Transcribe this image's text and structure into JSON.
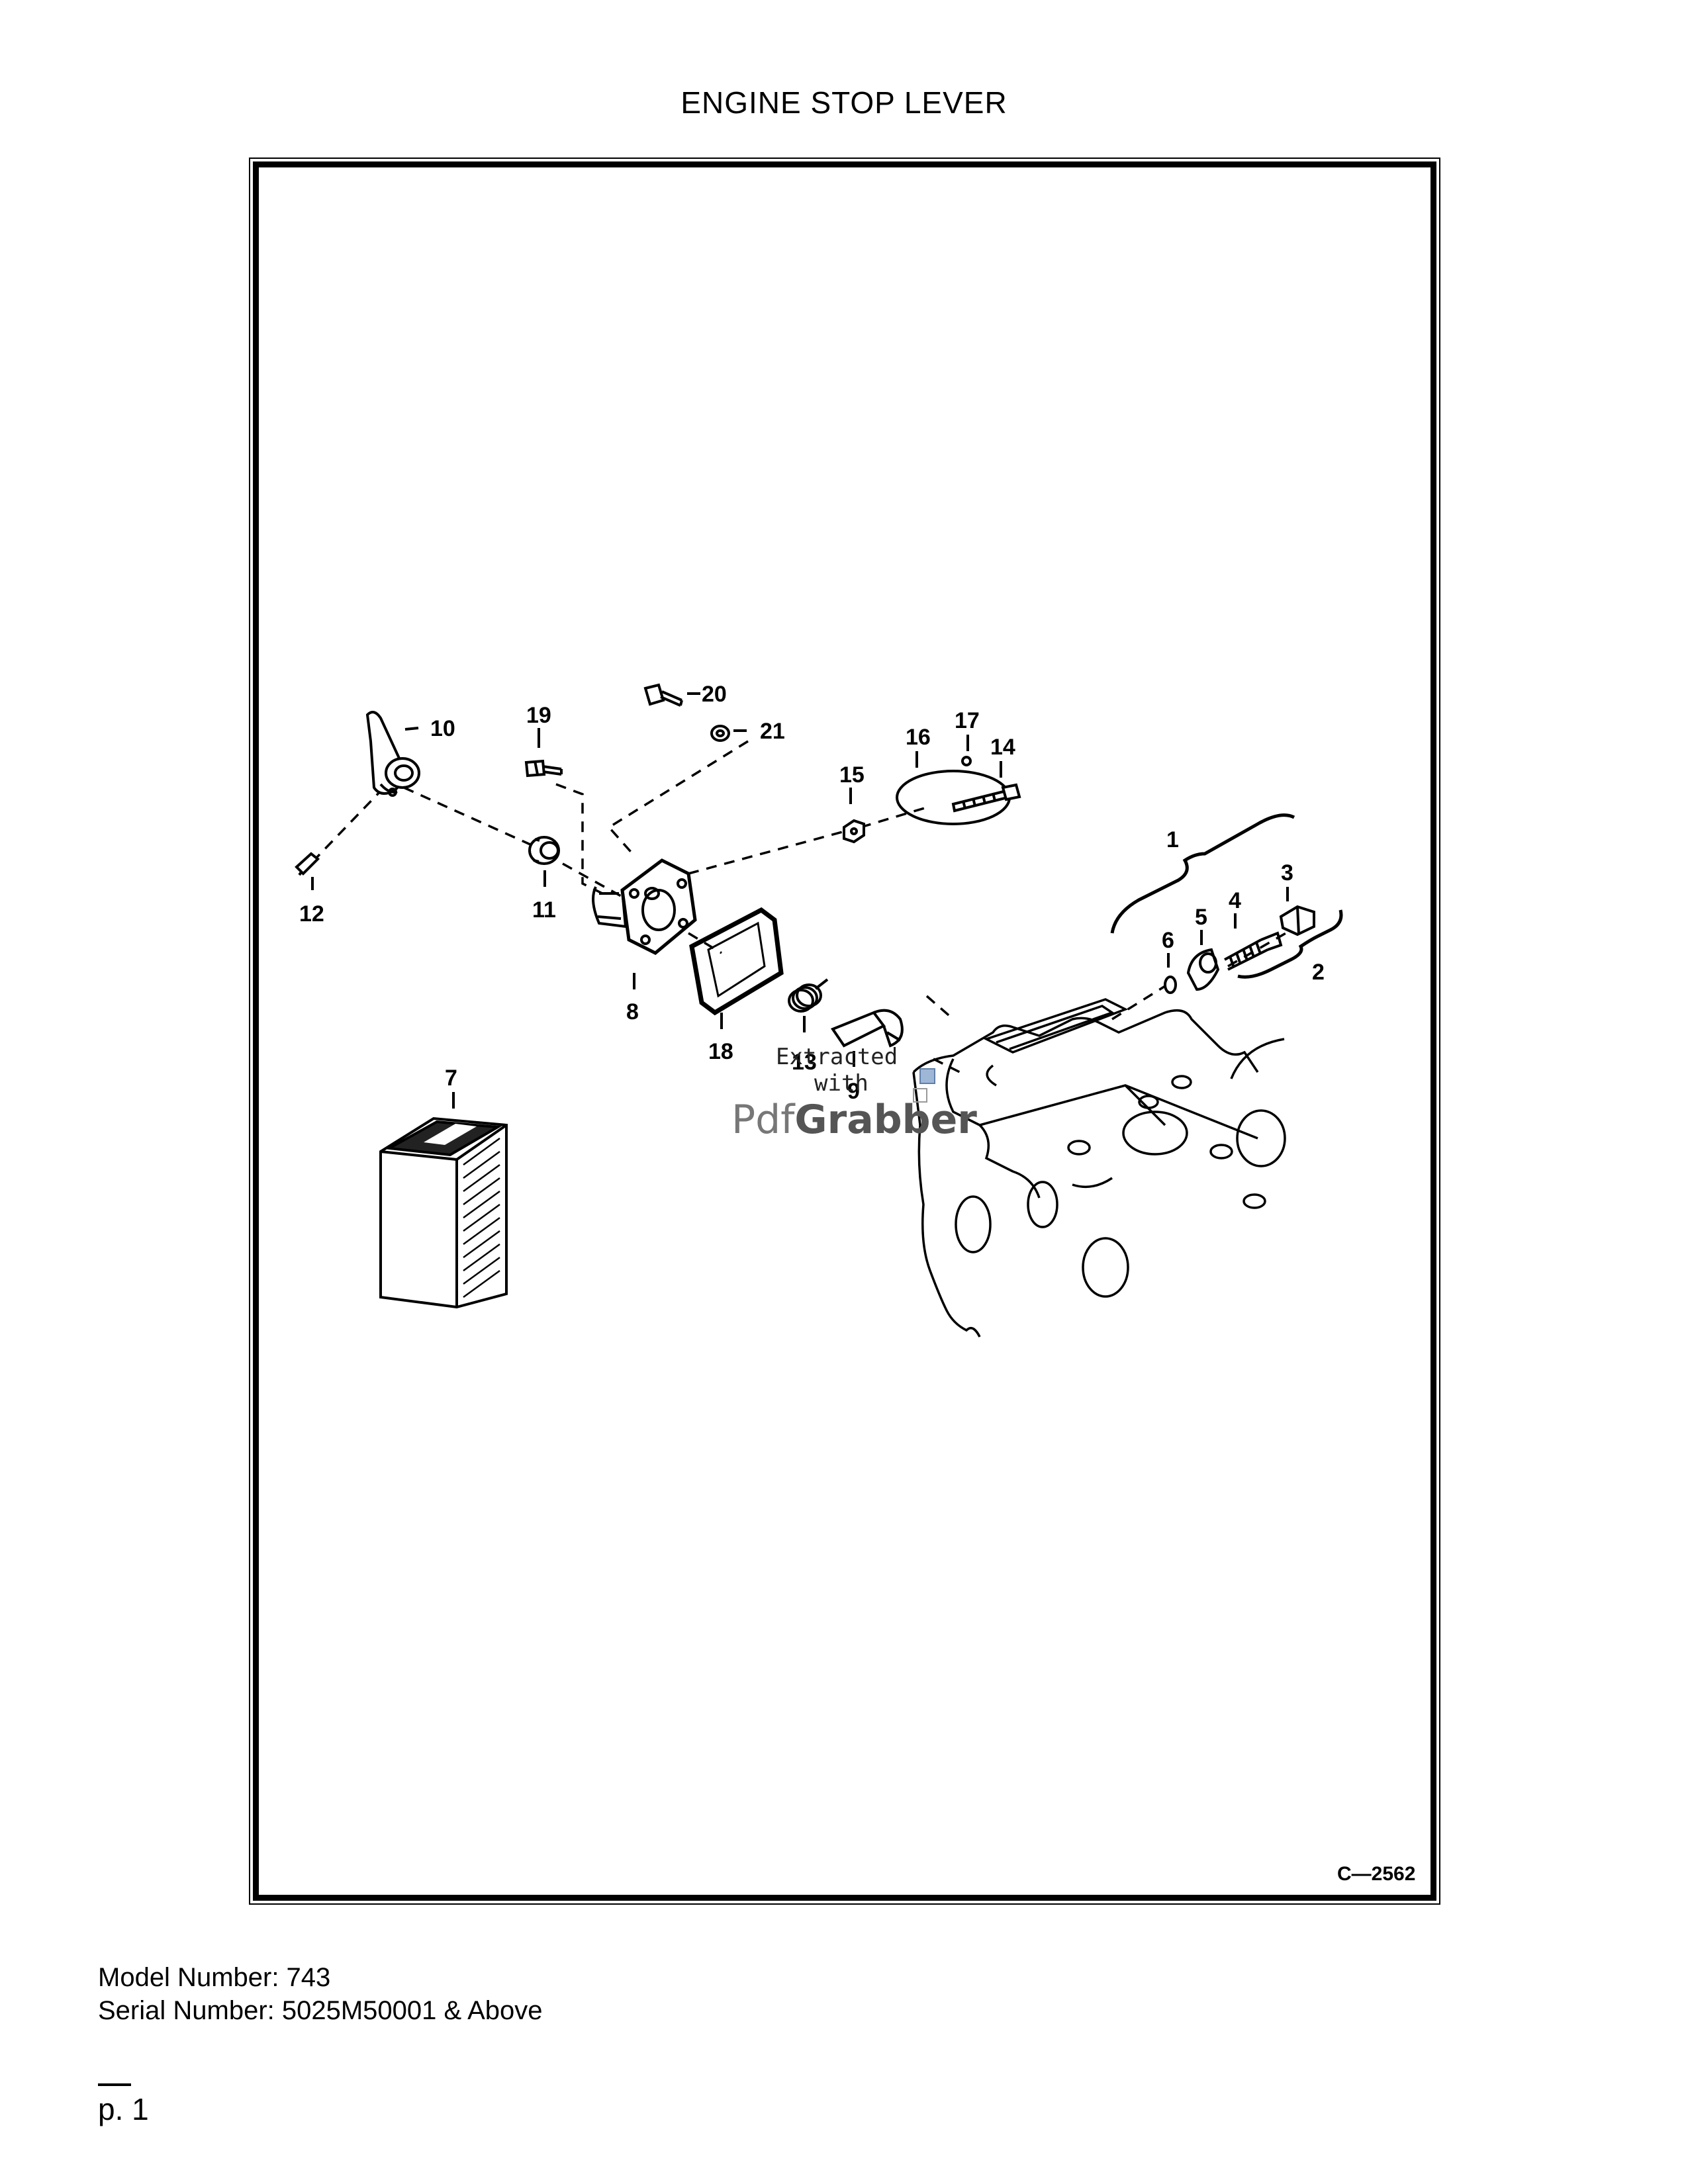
{
  "page": {
    "title": "ENGINE STOP LEVER",
    "drawing_code": "C—2562",
    "model_number": "Model Number: 743",
    "serial_number": "Serial Number: 5025M50001 & Above",
    "page_dash": "__",
    "page_number": "p. 1"
  },
  "callouts": {
    "c1": "1",
    "c2": "2",
    "c3": "3",
    "c4": "4",
    "c5": "5",
    "c6": "6",
    "c7": "7",
    "c8": "8",
    "c9": "9",
    "c10": "10",
    "c11": "11",
    "c12": "12",
    "c13": "13",
    "c14": "14",
    "c15": "15",
    "c16": "16",
    "c17": "17",
    "c18": "18",
    "c19": "19",
    "c20": "20",
    "c21": "21"
  },
  "watermark": {
    "line1": "Extracted",
    "line2": "with",
    "brand_a": "Pdf",
    "brand_b": "Grabber"
  }
}
